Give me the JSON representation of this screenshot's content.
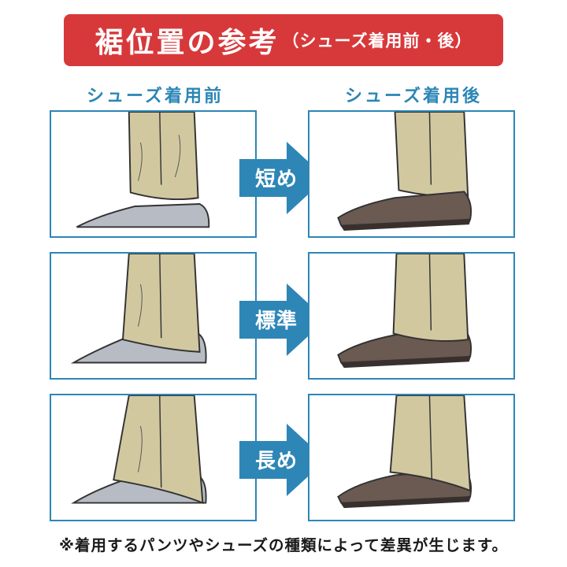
{
  "title": {
    "main": "裾位置の参考",
    "sub": "（シューズ着用前・後）"
  },
  "columns": {
    "before": "シューズ着用前",
    "after": "シューズ着用後"
  },
  "rows": [
    {
      "label": "短め"
    },
    {
      "label": "標準"
    },
    {
      "label": "長め"
    }
  ],
  "footnote": "※着用するパンツやシューズの種類によって差異が生じます。",
  "colors": {
    "banner": "#d7393b",
    "accent_blue": "#2b86b5",
    "pants": "#d2c8a0",
    "sock": "#b7bcc4",
    "shoe": "#6a5a52"
  }
}
